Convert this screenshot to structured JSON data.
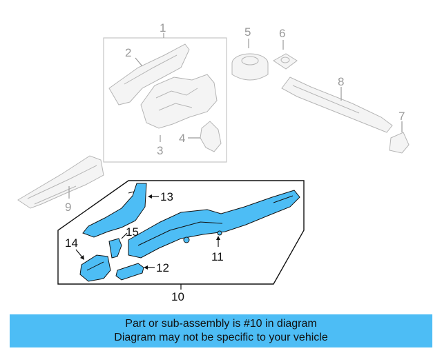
{
  "callouts": {
    "c1": "1",
    "c2": "2",
    "c3": "3",
    "c4": "4",
    "c5": "5",
    "c6": "6",
    "c7": "7",
    "c8": "8",
    "c9": "9",
    "c10": "10",
    "c11": "11",
    "c12": "12",
    "c13": "13",
    "c14": "14",
    "c15": "15"
  },
  "banner": {
    "line1": "Part or sub-assembly is #10 in diagram",
    "line2": "Diagram may not be specific to your vehicle"
  },
  "colors": {
    "highlight_part": "#4dbdf5",
    "banner_bg": "#4dbdf5",
    "outline_grey": "#bdbdbd",
    "outline_dark": "#111111"
  }
}
